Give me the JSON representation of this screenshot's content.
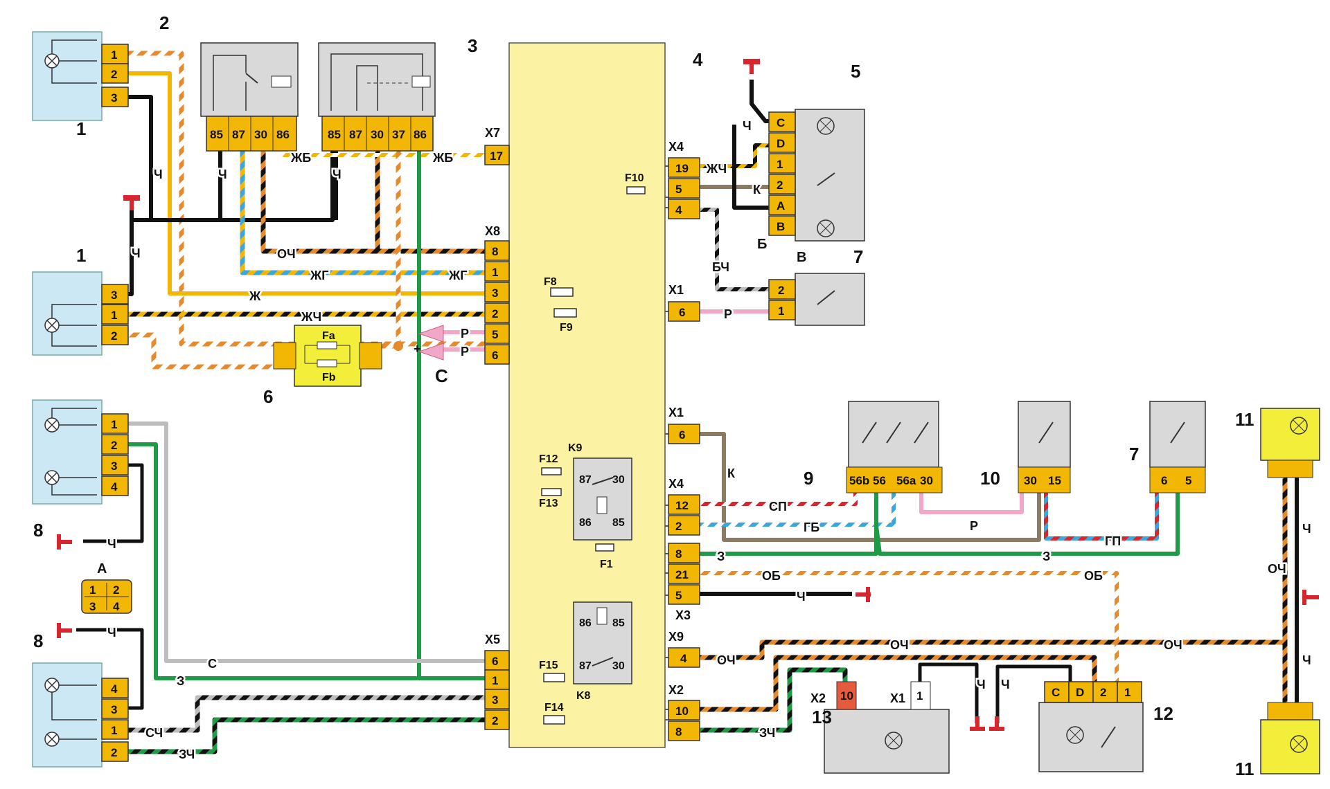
{
  "components": {
    "c1_top": "1",
    "c1_bottom": "1",
    "c2": "2",
    "c3": "3",
    "c4": "4",
    "c5": "5",
    "c6": "6",
    "c7_top": "7",
    "c7_bottom": "7",
    "c8_top": "8",
    "c8_bottom": "8",
    "c9": "9",
    "c10": "10",
    "c11_top": "11",
    "c11_bottom": "11",
    "c12": "12",
    "c13": "13"
  },
  "connector_labels": {
    "x7": "X7",
    "x8": "X8",
    "x4_top": "X4",
    "x1_top": "X1",
    "x1_mid": "X1",
    "x4_mid": "X4",
    "x3": "X3",
    "x9": "X9",
    "x2": "X2",
    "x5": "X5",
    "x2_c13": "X2",
    "x1_c13": "X1"
  },
  "fuses": {
    "f1": "F1",
    "f8": "F8",
    "f9": "F9",
    "f10": "F10",
    "f12": "F12",
    "f13": "F13",
    "f14": "F14",
    "f15": "F15",
    "fa": "Fa",
    "fb": "Fb"
  },
  "relays": {
    "k8": "K8",
    "k9": "K9"
  },
  "letters": {
    "A": "A",
    "B": "Б",
    "V": "В",
    "C": "С"
  },
  "relay2_pins": [
    "85",
    "87",
    "30",
    "86"
  ],
  "relay3_pins": [
    "85",
    "87",
    "30",
    "37",
    "86"
  ],
  "switch9_pins": [
    "56b",
    "56",
    "56a",
    "30"
  ],
  "switch10_pins": [
    "30",
    "15"
  ],
  "switch7b_pins": [
    "6",
    "5"
  ],
  "c5_pins": [
    "C",
    "D",
    "1",
    "2",
    "A",
    "B"
  ],
  "c12_pins": [
    "C",
    "D",
    "2",
    "1"
  ],
  "inset_A": [
    "1",
    "2",
    "3",
    "4"
  ],
  "wire_labels": {
    "ch_1": "Ч",
    "ch_2": "Ч",
    "ch_3": "Ч",
    "ch_4": "Ч",
    "ch_5": "Ч",
    "ch_6": "Ч",
    "ch_7": "Ч",
    "ch_8": "Ч",
    "ch_9": "Ч",
    "ch_10": "Ч",
    "ch_11": "Ч",
    "ch_12": "Ч",
    "zhb_1": "ЖБ",
    "zhb_2": "ЖБ",
    "och_1": "ОЧ",
    "och_2": "ОЧ",
    "och_3": "ОЧ",
    "och_4": "ОЧ",
    "zhg_1": "ЖГ",
    "zhg_2": "ЖГ",
    "zh": "Ж",
    "zhch_1": "ЖЧ",
    "zhch_2": "ЖЧ",
    "p_1": "Р",
    "p_2": "Р",
    "p_3": "Р",
    "p_4": "Р",
    "k_1": "К",
    "k_2": "К",
    "bch": "БЧ",
    "sp": "СП",
    "gb": "ГБ",
    "z_1": "З",
    "z_2": "З",
    "z_3": "З",
    "gp": "ГП",
    "ob_1": "ОБ",
    "ob_2": "ОБ",
    "s": "С",
    "sch": "СЧ",
    "zch_1": "ЗЧ",
    "zch_2": "ЗЧ",
    "plus": "+"
  },
  "x8_pins": [
    "8",
    "1",
    "3",
    "2",
    "5",
    "6"
  ],
  "x4_top_pins": [
    "19",
    "5",
    "4"
  ],
  "x4_mid_pins": [
    "12",
    "2",
    "8",
    "21",
    "5"
  ],
  "x5_pins": [
    "6",
    "1",
    "3",
    "2"
  ],
  "x9_pins": [
    "4"
  ],
  "x2_pins": [
    "10",
    "8"
  ],
  "colors": {
    "connector": "#f2b705",
    "block4": "#fbf3a3",
    "lamp_panel": "#cde8f5",
    "grey_part": "#d9d9d9",
    "yellow_lamp": "#f3ee3a",
    "red_terminal": "#d7262e",
    "pink_wire": "#f3a7c8",
    "green_wire": "#1f9a46",
    "orange_wire": "#e68a2e",
    "blue_wire": "#3aa6dc"
  }
}
